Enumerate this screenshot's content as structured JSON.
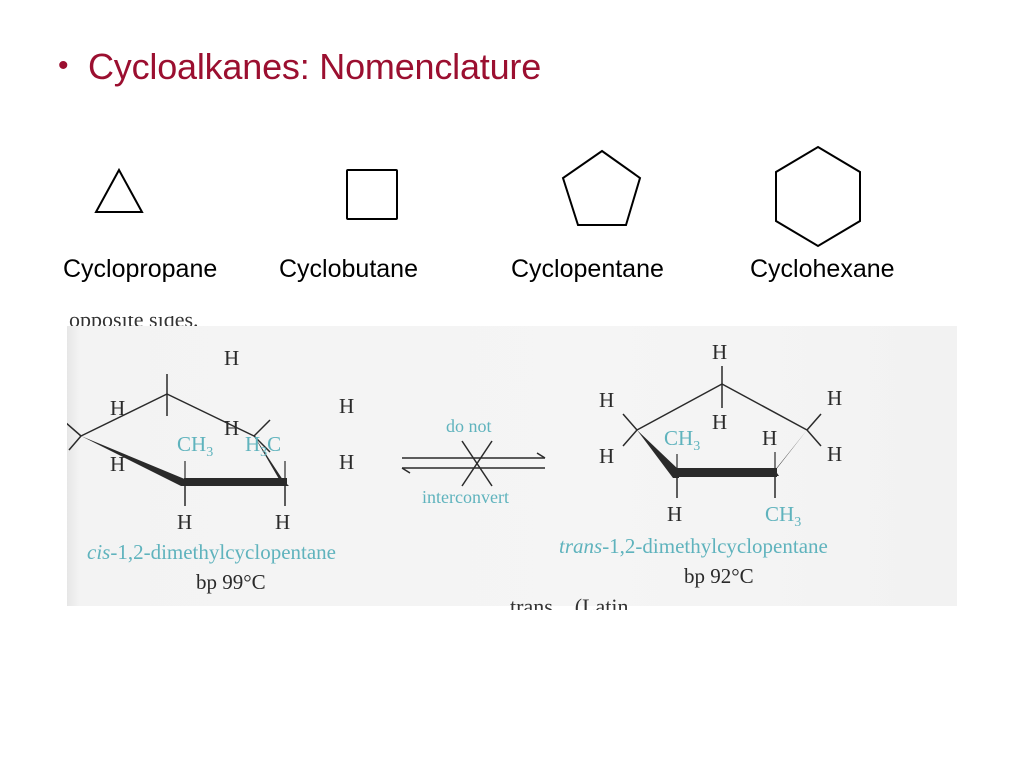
{
  "slide": {
    "title": "Cycloalkanes: Nomenclature",
    "bullet": "•",
    "title_color": "#9b0f30"
  },
  "rings": [
    {
      "name": "Cyclopropane",
      "shape": "triangle-icon"
    },
    {
      "name": "Cyclobutane",
      "shape": "square-icon"
    },
    {
      "name": "Cyclopentane",
      "shape": "pentagon-icon"
    },
    {
      "name": "Cyclohexane",
      "shape": "hexagon-icon"
    }
  ],
  "figure": {
    "cut_top_text": "opposite sides.",
    "cis": {
      "name_italic": "cis",
      "name_rest": "-1,2-dimethylcyclopentane",
      "bp": "bp 99°C",
      "h": "H",
      "ch3": "CH",
      "h3c_a": "H",
      "h3c_b": "C",
      "sub3": "3"
    },
    "trans": {
      "name_italic": "trans",
      "name_rest": "-1,2-dimethylcyclopentane",
      "bp": "bp 92°C",
      "h": "H",
      "ch3": "CH",
      "sub3": "3"
    },
    "arrow": {
      "top_label": "do not",
      "bottom_label": "interconvert"
    },
    "cut_bottom_text": "trans... (Latin"
  },
  "colors": {
    "teal": "#5fb3bd",
    "ink": "#2a2a2a"
  }
}
